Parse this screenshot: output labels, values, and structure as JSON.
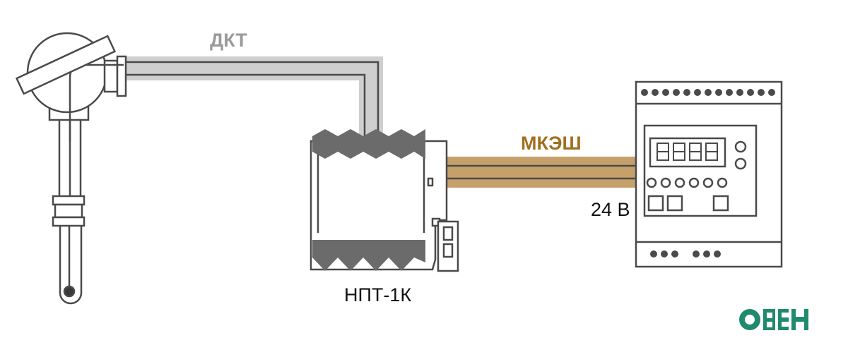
{
  "labels": {
    "sensor_cable": "ДКТ",
    "converter": "НПТ-1К",
    "signal_cable": "МКЭШ",
    "power": "24 В",
    "logo": "ОВЕН"
  },
  "colors": {
    "outline": "#4a4a4a",
    "cable_grey": "#cfcfcf",
    "cable_label_grey": "#9a9a9a",
    "cable_brown": "#c5a06a",
    "cable_label_brown": "#a07020",
    "terminal_dark": "#6b6b6b",
    "logo_green": "#1f8a6d"
  }
}
